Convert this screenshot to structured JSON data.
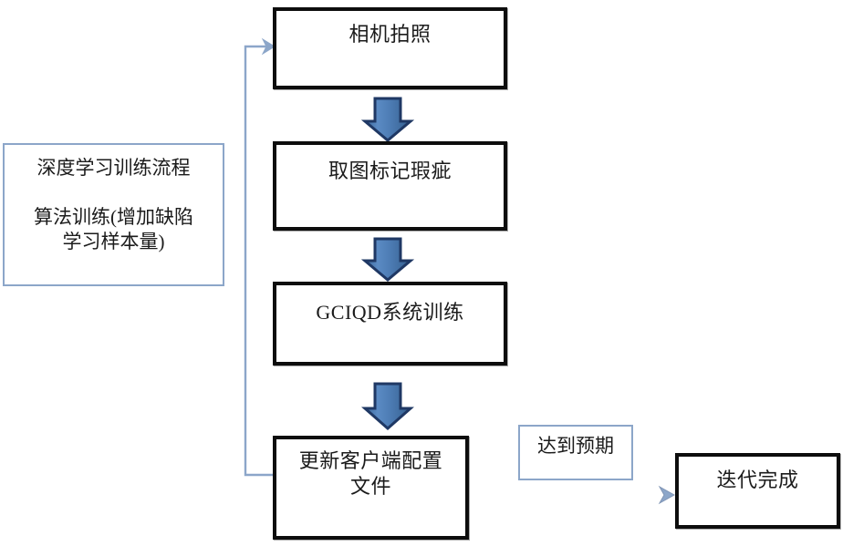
{
  "diagram": {
    "title": "深度学习训练流程",
    "type": "flowchart",
    "accent_color": "#4a7ebb",
    "accent_border_color": "#1f3864",
    "connector_color": "#8ca6c9",
    "box_border_color": "#0d0d0d",
    "text_color": "#1b1b1b"
  },
  "info_panel": {
    "name": "deep-learning-training-process-note",
    "heading": "深度学习训练流程",
    "body": "算法训练(增加缺陷\n学习样本量)"
  },
  "steps": [
    {
      "id": "step-1",
      "label": "相机拍照",
      "name": "process-box-camera-capture"
    },
    {
      "id": "step-2",
      "label": "取图标记瑕疵",
      "name": "process-box-mark-defects"
    },
    {
      "id": "step-3",
      "label": "GCIQD系统训练",
      "name": "process-box-gciqd-training"
    },
    {
      "id": "step-4",
      "label": "更新客户端配置\n文件",
      "name": "process-box-update-client-config"
    }
  ],
  "branch": {
    "condition_label": "达到预期",
    "result_label": "迭代完成"
  },
  "connectors": [
    {
      "name": "arrow-step1-to-step2",
      "kind": "block-arrow-down"
    },
    {
      "name": "arrow-step2-to-step3",
      "kind": "block-arrow-down"
    },
    {
      "name": "arrow-step3-to-step4",
      "kind": "block-arrow-down"
    },
    {
      "name": "feedback-loop-step4-to-step1",
      "kind": "thin-line-arrow"
    },
    {
      "name": "arrow-step4-to-iteration-complete",
      "kind": "thin-line-arrow"
    }
  ]
}
